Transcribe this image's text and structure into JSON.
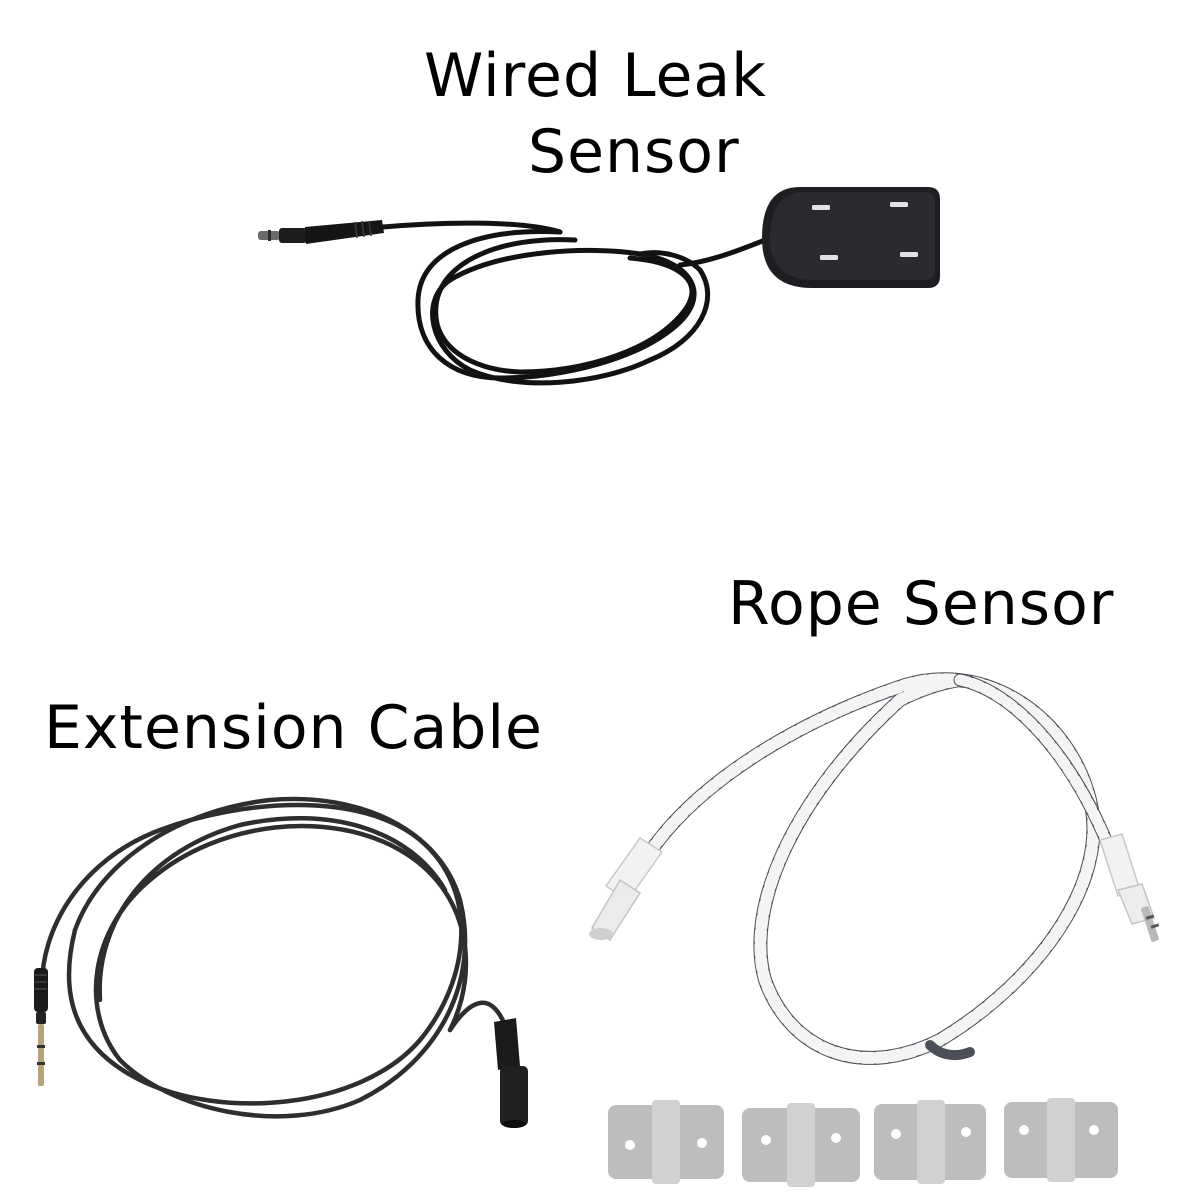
{
  "labels": {
    "wired_leak_sensor_line1": "Wired Leak",
    "wired_leak_sensor_line2": "Sensor",
    "rope_sensor": "Rope Sensor",
    "extension_cable": "Extension Cable"
  },
  "colors": {
    "background": "#ffffff",
    "cable_black": "#121212",
    "cable_grey": "#2e2e2e",
    "rope_white": "#f4f4f4",
    "rope_stripe": "#4c4f58",
    "clip_grey": "#bdbdbd"
  },
  "illustrations": [
    "wired-leak-sensor-icon",
    "extension-cable-icon",
    "rope-sensor-icon",
    "mounting-clip-icon"
  ]
}
